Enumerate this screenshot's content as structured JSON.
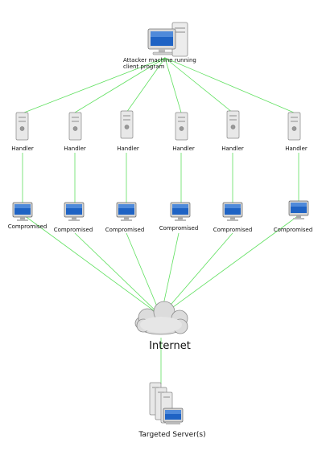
{
  "diagram": {
    "attacker_label": "Attacker machine running client program",
    "handler_label": "Handler",
    "compromised_label": "Compromised",
    "internet_label": "Internet",
    "target_label": "Targeted Server(s)",
    "handlers": [
      "Handler",
      "Handler",
      "Handler",
      "Handler",
      "Handler",
      "Handler"
    ],
    "compromised": [
      "Compromised",
      "Compromised",
      "Compromised",
      "Compromised",
      "Compromised",
      "Compromised"
    ],
    "colors": {
      "link": "#5fe05f",
      "screen": "#1f63c4",
      "tower": "#e6e6e6",
      "cloud": "#d9d9d9"
    },
    "icons": [
      "desktop-computer-icon",
      "server-tower-icon",
      "monitor-icon",
      "cloud-icon",
      "server-cluster-icon"
    ]
  }
}
